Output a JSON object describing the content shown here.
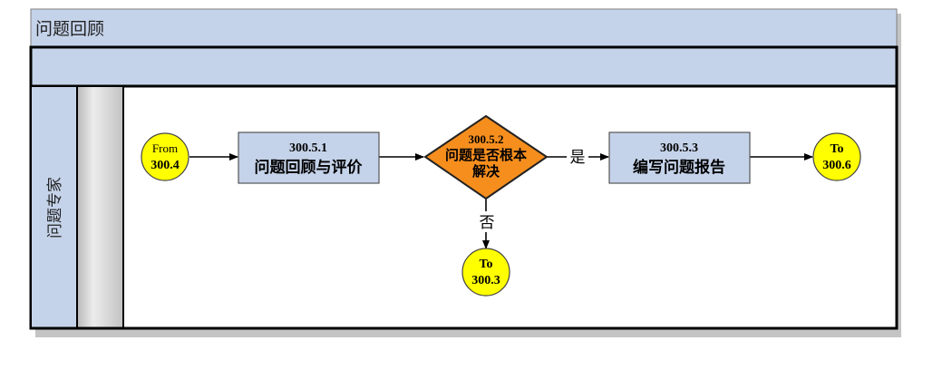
{
  "pool": {
    "title": "问题回顾"
  },
  "lane": {
    "label": "问题专家"
  },
  "nodes": {
    "from_connector": {
      "line1": "From",
      "line2": "300.4"
    },
    "step1": {
      "id": "300.5.1",
      "label": "问题回顾与评价"
    },
    "decision": {
      "id": "300.5.2",
      "line1": "问题是否根本",
      "line2": "解决"
    },
    "step3": {
      "id": "300.5.3",
      "label": "编写问题报告"
    },
    "to_right": {
      "line1": "To",
      "line2": "300.6"
    },
    "to_bottom": {
      "line1": "To",
      "line2": "300.3"
    }
  },
  "edges": {
    "yes_label": "是",
    "no_label": "否"
  },
  "colors": {
    "header_fill": "#c5d3ea",
    "lane_label_fill": "#c5d3ea",
    "lane_gray": "#d3d3d3",
    "process_fill": "#c5d3ea",
    "decision_fill": "#f68e1e",
    "connector_fill": "#ffff00"
  }
}
